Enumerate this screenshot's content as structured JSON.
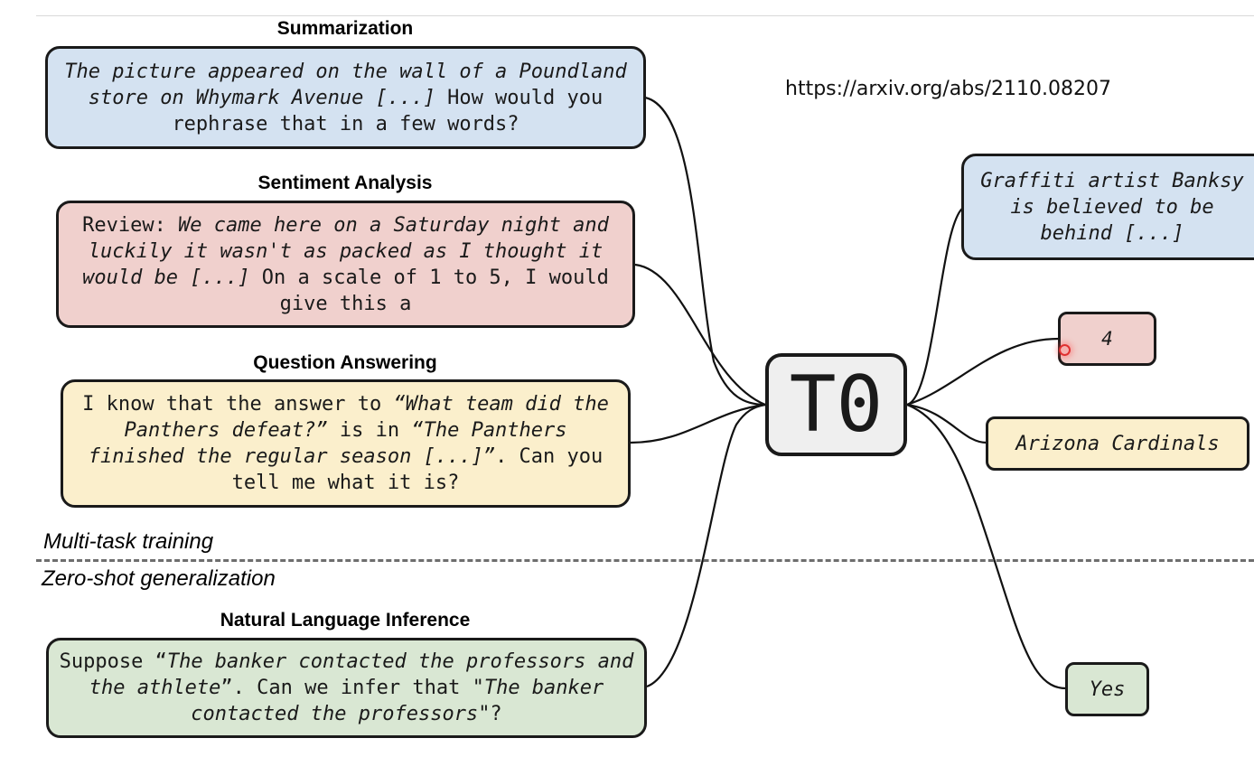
{
  "url": "https://arxiv.org/abs/2110.08207",
  "model": "T0",
  "section_labels": {
    "training": "Multi-task training",
    "zeroshot": "Zero-shot generalization"
  },
  "tasks": {
    "summarization": {
      "heading": "Summarization",
      "p1": "The picture appeared on the wall of a Poundland store on Whymark Avenue [...]",
      "p2": " How would you rephrase that in a few words?"
    },
    "sentiment": {
      "heading": "Sentiment Analysis",
      "p1": "Review: ",
      "p2": "We came here on a Saturday night and luckily it wasn't as packed as I thought it would be [...]",
      "p3": " On a scale of 1 to 5, I would give this a"
    },
    "qa": {
      "heading": "Question Answering",
      "p1": "I know that the answer to ",
      "p2": "“What team did the Panthers defeat?”",
      "p3": " is in ",
      "p4": "“The Panthers finished the regular season [...]”",
      "p5": ". Can you tell me what it is?"
    },
    "nli": {
      "heading": "Natural Language Inference",
      "p1": "Suppose “",
      "p2": "The banker contacted the professors and the athlete",
      "p3": "”. Can we infer that \"",
      "p4": "The banker contacted the professors",
      "p5": "\"?"
    }
  },
  "outputs": {
    "summarization": "Graffiti artist Banksy is believed to be behind [...]",
    "sentiment": "4",
    "qa": "Arizona Cardinals",
    "nli": "Yes"
  },
  "colors": {
    "blue": "#d4e2f1",
    "red": "#f0d0cd",
    "yellow": "#fbefcc",
    "green": "#d9e7d3"
  }
}
